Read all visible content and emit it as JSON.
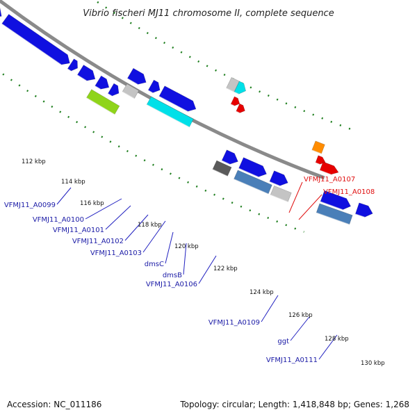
{
  "title": "Vibrio fischeri MJ11 chromosome II, complete sequence",
  "footer": {
    "accession": "Accession: NC_011186",
    "summary": "Topology: circular; Length: 1,418,848 bp; Genes: 1,268"
  },
  "colors": {
    "backbone": "#8a8a8a",
    "tick": "#1f7f1f",
    "label_blue": "#1a1aa6",
    "label_red": "#e01010",
    "leader_blue": "#2020c0",
    "leader_red": "#e01010"
  },
  "ticks": [
    {
      "label": "112 kbp"
    },
    {
      "label": "114 kbp"
    },
    {
      "label": "116 kbp"
    },
    {
      "label": "118 kbp"
    },
    {
      "label": "120 kbp"
    },
    {
      "label": "122 kbp"
    },
    {
      "label": "124 kbp"
    },
    {
      "label": "126 kbp"
    },
    {
      "label": "128 kbp"
    },
    {
      "label": "130 kbp"
    }
  ],
  "gene_labels": [
    {
      "text": "VFMJ11_A0099",
      "color": "blue"
    },
    {
      "text": "VFMJ11_A0100",
      "color": "blue"
    },
    {
      "text": "VFMJ11_A0101",
      "color": "blue"
    },
    {
      "text": "VFMJ11_A0102",
      "color": "blue"
    },
    {
      "text": "VFMJ11_A0103",
      "color": "blue"
    },
    {
      "text": "dmsC",
      "color": "blue"
    },
    {
      "text": "dmsB",
      "color": "blue"
    },
    {
      "text": "VFMJ11_A0106",
      "color": "blue"
    },
    {
      "text": "VFMJ11_A0107",
      "color": "red"
    },
    {
      "text": "VFMJ11_A0108",
      "color": "red"
    },
    {
      "text": "VFMJ11_A0109",
      "color": "blue"
    },
    {
      "text": "ggt",
      "color": "blue"
    },
    {
      "text": "VFMJ11_A0111",
      "color": "blue"
    }
  ],
  "features": [
    {
      "color": "#1010e0"
    },
    {
      "color": "#4a7fb8"
    },
    {
      "color": "#1010e0"
    },
    {
      "color": "#1010e0"
    },
    {
      "color": "#1010e0"
    },
    {
      "color": "#1010e0"
    },
    {
      "color": "#1010e0"
    },
    {
      "color": "#1010e0"
    },
    {
      "color": "#8fd41a"
    },
    {
      "color": "#1010e0"
    },
    {
      "color": "#c4c4c4"
    },
    {
      "color": "#1010e0"
    },
    {
      "color": "#1010e0"
    },
    {
      "color": "#00e0e8"
    },
    {
      "color": "#c4c4c4"
    },
    {
      "color": "#00e0e8"
    },
    {
      "color": "#e60000"
    },
    {
      "color": "#e60000"
    },
    {
      "color": "#1010e0"
    },
    {
      "color": "#5a5a5a"
    },
    {
      "color": "#1010e0"
    },
    {
      "color": "#4a7fb8"
    },
    {
      "color": "#1010e0"
    },
    {
      "color": "#c4c4c4"
    },
    {
      "color": "#ff8c00"
    },
    {
      "color": "#e60000"
    },
    {
      "color": "#e60000"
    },
    {
      "color": "#1010e0"
    },
    {
      "color": "#4a7fb8"
    },
    {
      "color": "#1010e0"
    }
  ]
}
